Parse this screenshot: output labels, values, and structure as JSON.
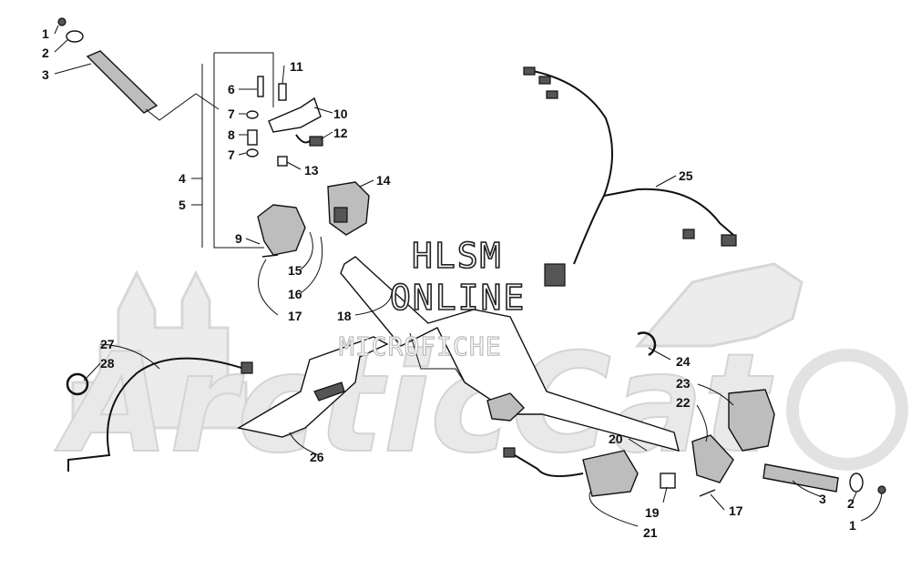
{
  "watermark": {
    "line1": "HLSM",
    "line2": "ONLINE",
    "line3": "MICROFICHE",
    "logo": "ArcticCat"
  },
  "callouts": [
    {
      "id": "c1-left",
      "text": "1"
    },
    {
      "id": "c2-left",
      "text": "2"
    },
    {
      "id": "c3-left",
      "text": "3"
    },
    {
      "id": "c4",
      "text": "4"
    },
    {
      "id": "c5",
      "text": "5"
    },
    {
      "id": "c6",
      "text": "6"
    },
    {
      "id": "c7-top",
      "text": "7"
    },
    {
      "id": "c8",
      "text": "8"
    },
    {
      "id": "c7-bottom",
      "text": "7"
    },
    {
      "id": "c9",
      "text": "9"
    },
    {
      "id": "c10",
      "text": "10"
    },
    {
      "id": "c11",
      "text": "11"
    },
    {
      "id": "c12",
      "text": "12"
    },
    {
      "id": "c13",
      "text": "13"
    },
    {
      "id": "c14",
      "text": "14"
    },
    {
      "id": "c15",
      "text": "15"
    },
    {
      "id": "c16",
      "text": "16"
    },
    {
      "id": "c17-left",
      "text": "17"
    },
    {
      "id": "c18",
      "text": "18"
    },
    {
      "id": "c19",
      "text": "19"
    },
    {
      "id": "c20",
      "text": "20"
    },
    {
      "id": "c21",
      "text": "21"
    },
    {
      "id": "c22",
      "text": "22"
    },
    {
      "id": "c23",
      "text": "23"
    },
    {
      "id": "c24",
      "text": "24"
    },
    {
      "id": "c25",
      "text": "25"
    },
    {
      "id": "c26",
      "text": "26"
    },
    {
      "id": "c27",
      "text": "27"
    },
    {
      "id": "c28",
      "text": "28"
    },
    {
      "id": "c17-right",
      "text": "17"
    },
    {
      "id": "c3-right",
      "text": "3"
    },
    {
      "id": "c2-right",
      "text": "2"
    },
    {
      "id": "c1-right",
      "text": "1"
    }
  ]
}
